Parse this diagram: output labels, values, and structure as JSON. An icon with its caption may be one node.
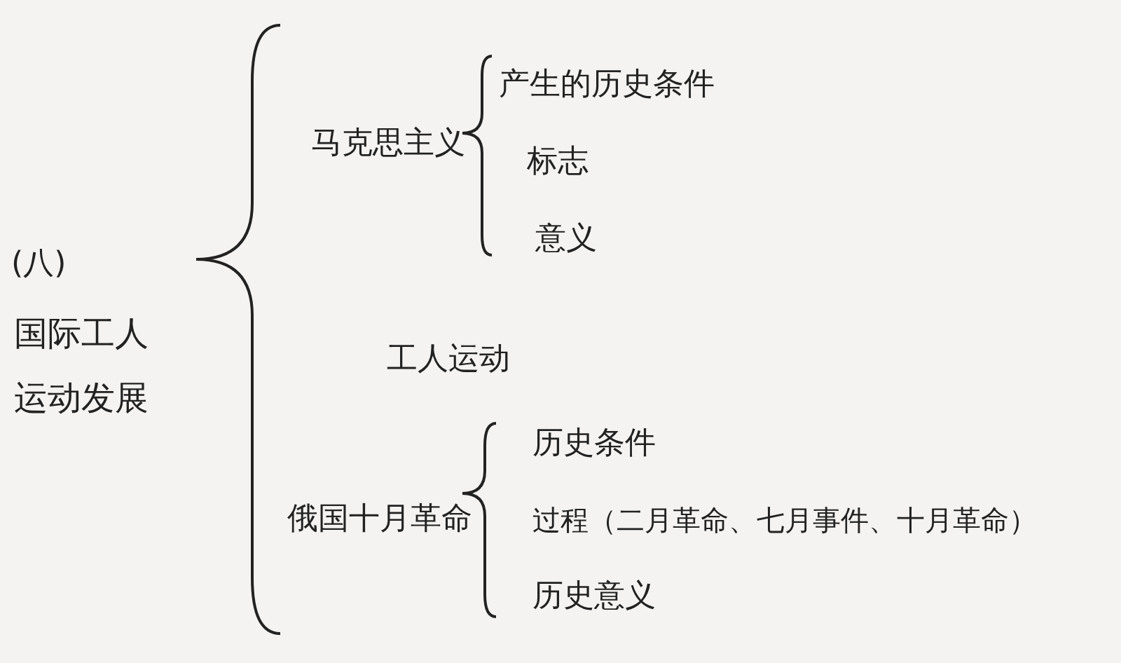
{
  "diagram": {
    "labels": [
      "(八)",
      "国际工人运动发展",
      "马克思主义",
      "产生的历史条件",
      "标志",
      "意义",
      "工人运动",
      "俄国十月革命",
      "历史条件",
      "过程（二月革命、七月事件、十月革命）",
      "历史意义"
    ]
  }
}
